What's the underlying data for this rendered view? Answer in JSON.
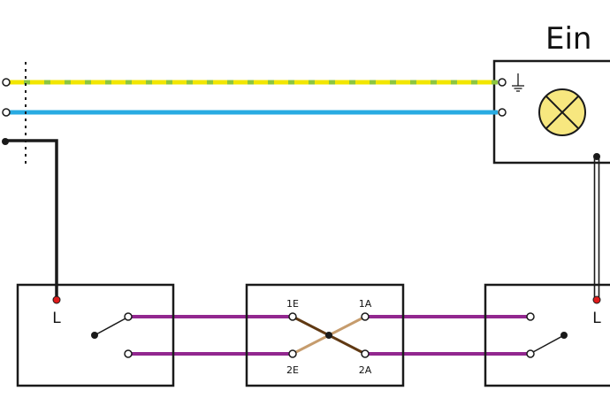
{
  "title": "Ein",
  "switch_left": {
    "terminal_label": "L"
  },
  "switch_right": {
    "terminal_label": "L"
  },
  "intermediate_switch": {
    "terminals": {
      "in_1": "1E",
      "in_2": "2E",
      "out_1": "1A",
      "out_2": "2A"
    }
  },
  "lamp": {
    "icon": "lamp-icon",
    "ground_icon": "ground-icon"
  },
  "colors": {
    "protective_earth_green": "#8dc63f",
    "protective_earth_yellow": "#f2e600",
    "neutral": "#29abe2",
    "line": "#1a1a1a",
    "traveler": "#92278f",
    "cross_dark": "#603913",
    "cross_light": "#c69c6d",
    "lamp_fill": "#f7e77f",
    "live_terminal": "#e01b1b"
  }
}
